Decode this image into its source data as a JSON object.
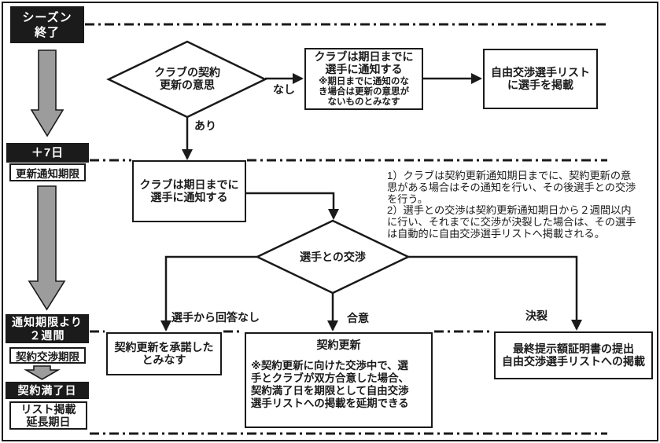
{
  "colors": {
    "background": "#ffffff",
    "ink": "#1a1a1a",
    "milestone_box_bg": "#1b1b1b",
    "milestone_box_text": "#ffffff",
    "timeline_arrow_gray": "#9c9c9c"
  },
  "timeline": {
    "season_end_lines": [
      "シーズン",
      "終了"
    ],
    "plus7_label": "＋7日",
    "renewal_notice_deadline": "更新通知期限",
    "two_weeks_lines": [
      "通知期限より",
      "２週間"
    ],
    "nego_deadline": "契約交渉期限",
    "contract_expiry": "契約満了日",
    "list_extension_lines": [
      "リスト掲載",
      "延長期日"
    ]
  },
  "decisions": {
    "club_intent_lines": [
      "クラブの契約",
      "更新の意思"
    ],
    "player_nego": "選手との交渉"
  },
  "boxes": {
    "notify_top_lines": [
      "クラブは期日までに",
      "選手に通知する"
    ],
    "notify_top_note_lines": [
      "※期日までに通知のな",
      "き場合は更新の意思が",
      "ないものとみなす"
    ],
    "free_list_lines": [
      "自由交渉選手リスト",
      "に選手を掲載"
    ],
    "notify_mid_lines": [
      "クラブは期日までに",
      "選手に通知する"
    ],
    "deemed_accept_lines": [
      "契約更新を承諾した",
      "とみなす"
    ],
    "renewal_title": "契約更新",
    "renewal_note_lines": [
      "※契約更新に向けた交渉中で、選",
      "手とクラブが双方合意した場合、",
      "契約満了日を期限として自由交渉",
      "選手リストへの掲載を延期できる"
    ],
    "final_offer_lines": [
      "最終提示額証明書の提出",
      "自由交渉選手リストへの掲載"
    ]
  },
  "edge_labels": {
    "none": "なし",
    "yes": "あり",
    "no_reply": "選手から回答なし",
    "agree": "合意",
    "breakdown": "決裂"
  },
  "notes_lines": [
    "1）クラブは契約更新通知期日までに、契約更新の意",
    "思がある場合はその通知を行い、その後選手との交渉",
    "を行う。",
    "2）選手との交渉は契約更新通知期日から２週間以内",
    "に行い、それまでに交渉が決裂した場合は、その選手",
    "は自動的に自由交渉選手リストへ掲載される。"
  ]
}
